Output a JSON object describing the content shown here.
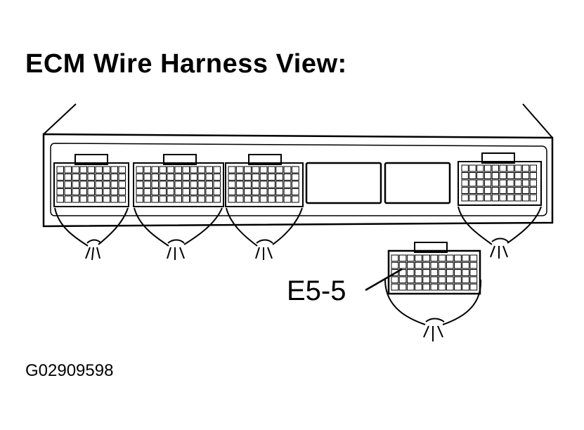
{
  "diagram": {
    "title": "ECM Wire Harness View:",
    "callout_label": "E5-5",
    "figure_code": "G02909598",
    "colors": {
      "ink": "#000000",
      "paper": "#ffffff"
    }
  }
}
